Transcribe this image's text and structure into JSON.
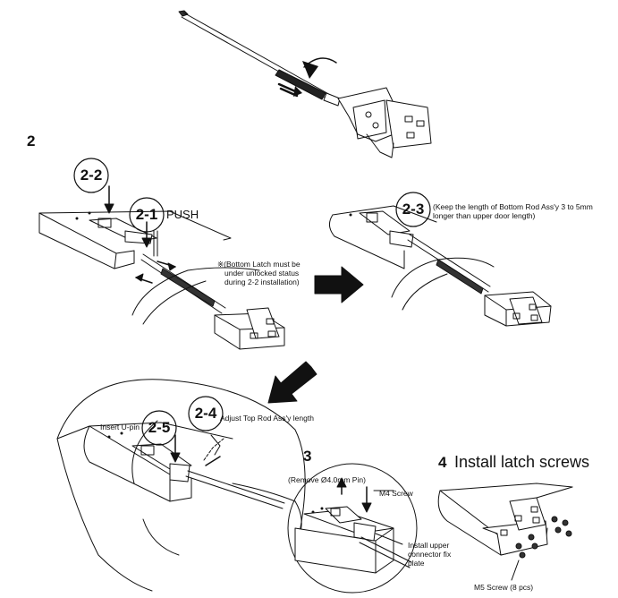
{
  "steps": {
    "step2": "2",
    "step3": "3",
    "step4_num": "4",
    "step4_title": "Install latch screws"
  },
  "callouts": {
    "c2_1": "2-1",
    "c2_2": "2-2",
    "c2_3": "2-3",
    "c2_4": "2-4",
    "c2_5": "2-5"
  },
  "labels": {
    "push": "PUSH",
    "bottom_latch_note": [
      "※(Bottom Latch must be",
      "under unlocked status",
      "during 2-2 installation)"
    ],
    "keep_length_note": [
      "(Keep the length of  Bottom Rod Ass'y 3 to 5mm",
      "longer than upper door length)"
    ],
    "insert_upin": "Insert U-pin",
    "adjust_top_rod": "Adjust Top Rod Ass'y length",
    "remove_pin": "(Remove Ø4.0mm Pin)",
    "m4_screw": "M4 Screw",
    "install_upper": [
      "Install upper",
      "connector fix",
      "plate"
    ],
    "m5_screw": "M5 Screw (8 pcs)"
  }
}
